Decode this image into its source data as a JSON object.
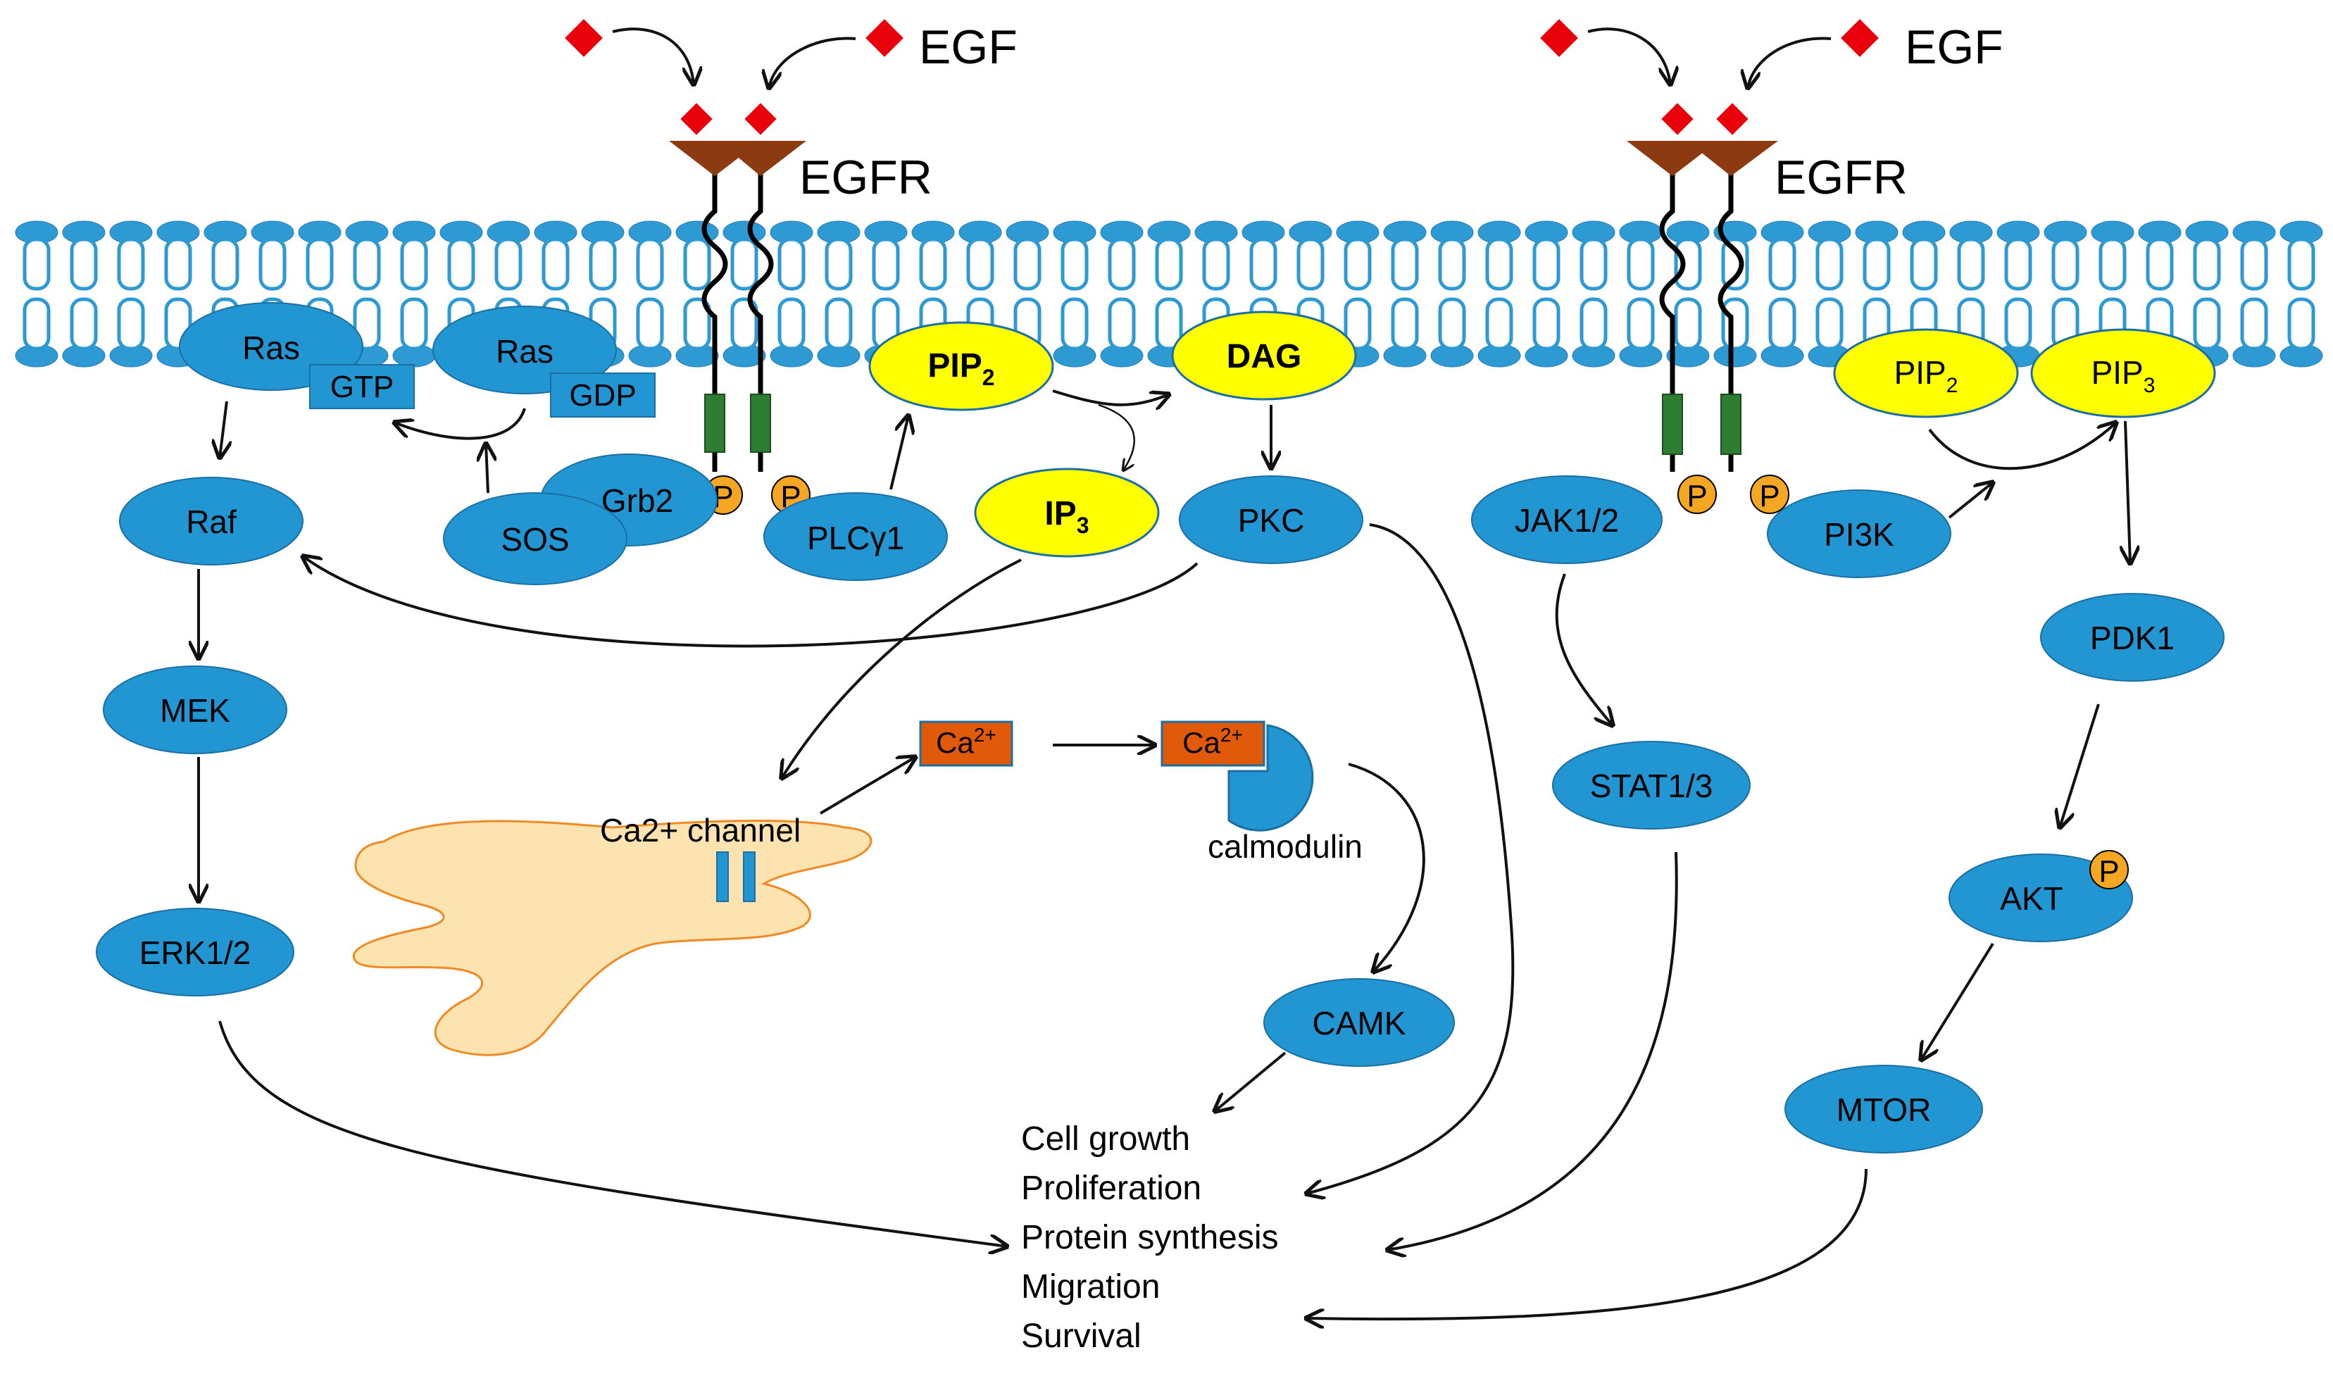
{
  "colors": {
    "membrane": "#2e9ad4",
    "membrane_dark": "#2a7db5",
    "node_blue": "#2196d3",
    "node_yellow": "#ffff00",
    "phospho": "#f5a623",
    "receptor_top": "#8b3a12",
    "ligand": "#e8000b",
    "tm_green": "#2e7d32",
    "ca_orange": "#e05a0a",
    "er_fill": "#fde3b0",
    "er_stroke": "#f08a24",
    "arrow": "#111111"
  },
  "ligands": {
    "left_label": "EGF",
    "right_label": "EGF"
  },
  "receptors": {
    "left_label": "EGFR",
    "right_label": "EGFR"
  },
  "phospho_label": "P",
  "nodes": {
    "ras1": "Ras",
    "ras2": "Ras",
    "gtp": "GTP",
    "gdp": "GDP",
    "raf": "Raf",
    "grb2": "Grb2",
    "sos": "SOS",
    "plcg1": "PLCγ1",
    "pip2_left": {
      "base": "PIP",
      "sub": "2"
    },
    "ip3": {
      "base": "IP",
      "sub": "3"
    },
    "dag": "DAG",
    "pkc": "PKC",
    "mek": "MEK",
    "erk": "ERK1/2",
    "ca1": {
      "base": "Ca",
      "sup": "2+"
    },
    "ca2": {
      "base": "Ca",
      "sup": "2+"
    },
    "calmodulin": "calmodulin",
    "ca_channel": "Ca2+ channel",
    "camk": "CAMK",
    "jak": "JAK1/2",
    "stat": "STAT1/3",
    "pi3k": "PI3K",
    "pip2_right": {
      "base": "PIP",
      "sub": "2"
    },
    "pip3": {
      "base": "PIP",
      "sub": "3"
    },
    "pdk1": "PDK1",
    "akt": "AKT",
    "mtor": "MTOR"
  },
  "outcomes": [
    "Cell growth",
    "Proliferation",
    "Protein synthesis",
    "Migration",
    "Survival"
  ]
}
